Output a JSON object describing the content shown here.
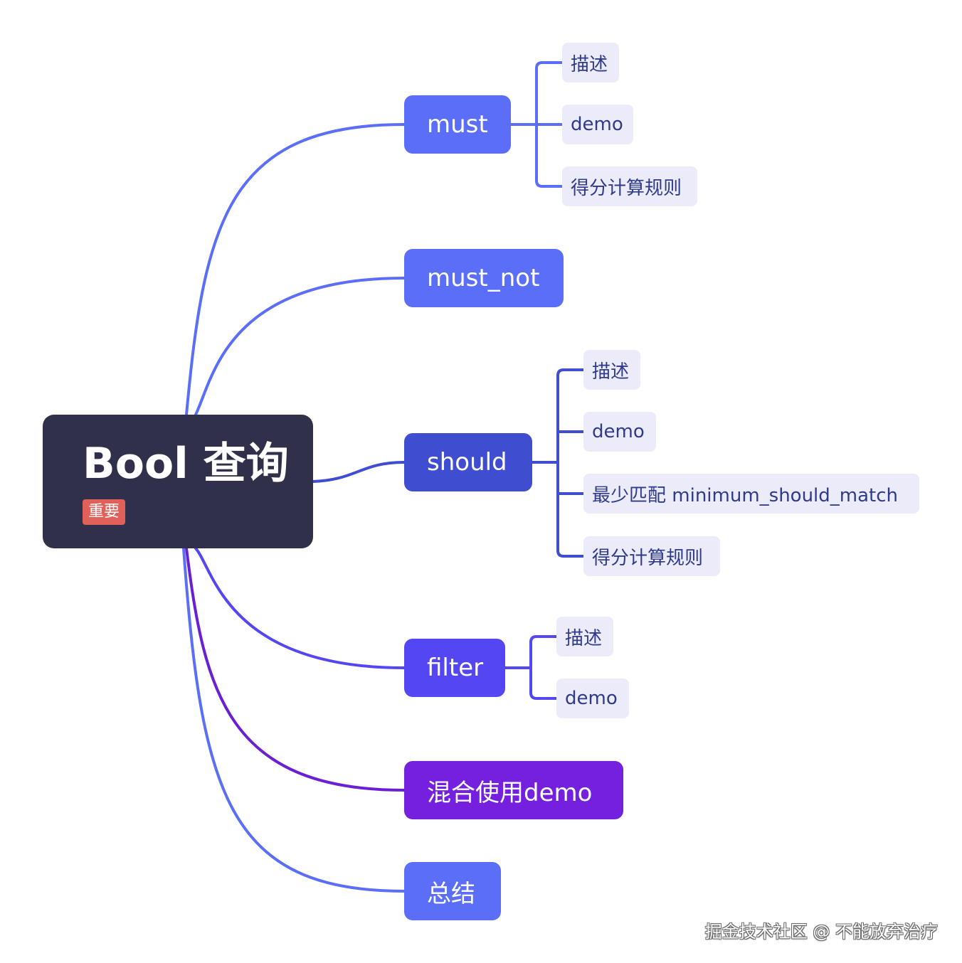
{
  "root": {
    "title": "Bool 查询",
    "tag": "重要"
  },
  "branches": [
    {
      "label": "must",
      "color": "#5b6ef7",
      "line_color": "#5b6ef7",
      "children": [
        "描述",
        "demo",
        "得分计算规则"
      ]
    },
    {
      "label": "must_not",
      "color": "#5b6ef7",
      "line_color": "#5b6ef7",
      "children": []
    },
    {
      "label": "should",
      "color": "#3f4dd0",
      "line_color": "#3f4dd0",
      "children": [
        "描述",
        "demo",
        "最少匹配 minimum_should_match",
        "得分计算规则"
      ]
    },
    {
      "label": "filter",
      "color": "#5446f2",
      "line_color": "#5446f2",
      "children": [
        "描述",
        "demo"
      ]
    },
    {
      "label": "混合使用demo",
      "color": "#7420de",
      "line_color": "#6a1fd4",
      "children": []
    },
    {
      "label": "总结",
      "color": "#5b6ef7",
      "line_color": "#5b6ef7",
      "children": []
    }
  ],
  "watermark": "掘金技术社区 @ 不能放弃治疗"
}
